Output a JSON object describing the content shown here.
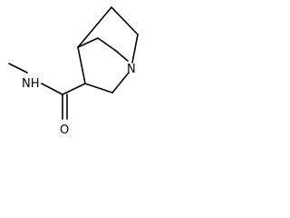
{
  "molecule": {
    "atoms": {
      "nh": "NH",
      "o": "O",
      "n": "N"
    }
  }
}
